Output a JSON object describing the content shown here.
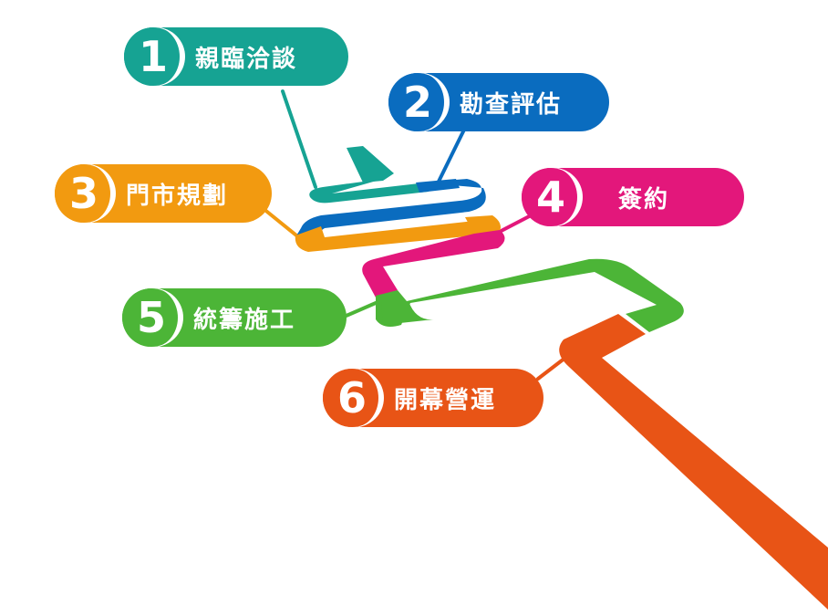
{
  "diagram": {
    "type": "process-flow",
    "colors": {
      "teal": "#16A393",
      "blue": "#0A6CBF",
      "orange": "#F29A10",
      "magenta": "#E3177B",
      "green": "#4CB537",
      "red_orange": "#E85416",
      "background": "#FFFFFF",
      "text": "#FFFFFF"
    },
    "steps": [
      {
        "number": "1",
        "label": "親臨洽談",
        "color": "#16A393"
      },
      {
        "number": "2",
        "label": "勘查評估",
        "color": "#0A6CBF"
      },
      {
        "number": "3",
        "label": "門市規劃",
        "color": "#F29A10"
      },
      {
        "number": "4",
        "label": "簽約",
        "color": "#E3177B"
      },
      {
        "number": "5",
        "label": "統籌施工",
        "color": "#4CB537"
      },
      {
        "number": "6",
        "label": "開幕營運",
        "color": "#E85416"
      }
    ]
  }
}
